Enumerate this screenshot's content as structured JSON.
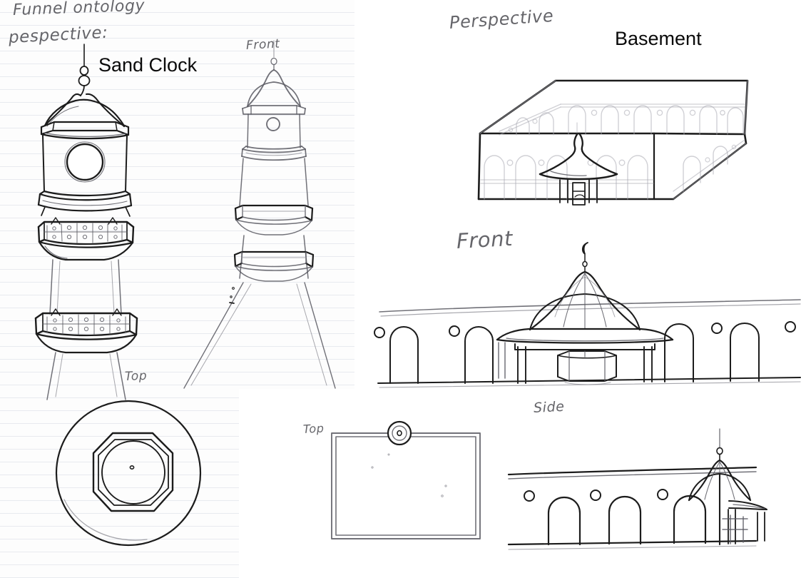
{
  "sheet": {
    "medium": "pencil sketch on lined notebook paper",
    "background_color": "#fdfdfd",
    "rule_line_color": "#d6dbe4",
    "ink_color": "#1c1c1c",
    "pencil_color": "#585860"
  },
  "annotations": {
    "funnel_ontology": "Funnel  ontology",
    "pespective": "pespective:",
    "sand_clock": "Sand Clock",
    "front_minaret": "Front",
    "perspective": "Perspective",
    "basement": "Basement",
    "front_mosque": "Front",
    "top_minaret": "Top",
    "top_plan": "Top",
    "side": "Side"
  },
  "drawings": {
    "minaret_perspective": {
      "name": "Sand Clock minaret - perspective view",
      "features": [
        "finial spike",
        "orb",
        "onion dome",
        "cornice",
        "clock face circle",
        "upper balcony",
        "lower balcony",
        "tapering shaft"
      ],
      "balcony_count": 2,
      "clock_faces": 1
    },
    "minaret_front": {
      "name": "Minaret - front elevation",
      "features": [
        "finial",
        "dome",
        "clock face circle",
        "cornice band",
        "balcony band",
        "balcony band",
        "flaring base"
      ],
      "balcony_bands": 3,
      "clock_faces": 1
    },
    "courtyard_perspective": {
      "name": "Basement courtyard - perspective view",
      "features": [
        "rectangular enclosure box",
        "arcade of pointed arches",
        "circular oculi",
        "central canopy pavilion"
      ],
      "arch_count": 16
    },
    "mosque_front": {
      "name": "Mosque courtyard - front elevation",
      "features": [
        "parapet line",
        "pointed arches",
        "circular oculi",
        "central canopy with crescent finial",
        "octagonal fountain basin",
        "canopy columns"
      ],
      "arch_count": 4,
      "oculi_count": 4
    },
    "minaret_top": {
      "name": "Minaret - top plan",
      "features": [
        "outer circle",
        "octagon ring",
        "inner octagon",
        "center point"
      ]
    },
    "plan_top": {
      "name": "Site plan - top view",
      "features": [
        "double-line rectangular boundary",
        "circular minaret at top edge centre"
      ]
    },
    "mosque_side": {
      "name": "Mosque - side elevation",
      "features": [
        "parapet line",
        "pointed arches",
        "circular oculi",
        "ribbed onion dome with finial",
        "canopy eave",
        "columns",
        "stair block"
      ],
      "arch_count": 3,
      "oculi_count": 3
    }
  }
}
